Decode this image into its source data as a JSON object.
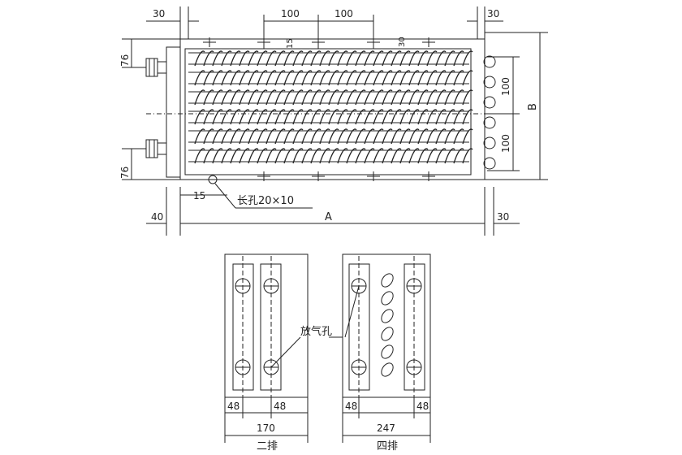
{
  "top_view": {
    "dim_left_top": "30",
    "dim_100_a": "100",
    "dim_100_b": "100",
    "dim_right_top": "30",
    "dim_15_top": "15",
    "dim_30_mid": "30",
    "dim_76_top": "76",
    "dim_76_bottom": "76",
    "dim_100_right_a": "100",
    "dim_100_right_b": "100",
    "label_B": "B",
    "dim_15_bottom": "15",
    "slot_label": "长孔20×10",
    "dim_40": "40",
    "label_A": "A",
    "dim_30_bottom": "30"
  },
  "end_views": {
    "vent_label": "放气孔",
    "two_row": {
      "dim_left": "48",
      "dim_right": "48",
      "width": "170",
      "title": "二排"
    },
    "four_row": {
      "dim_left": "48",
      "dim_right": "48",
      "width": "247",
      "title": "四排"
    }
  }
}
